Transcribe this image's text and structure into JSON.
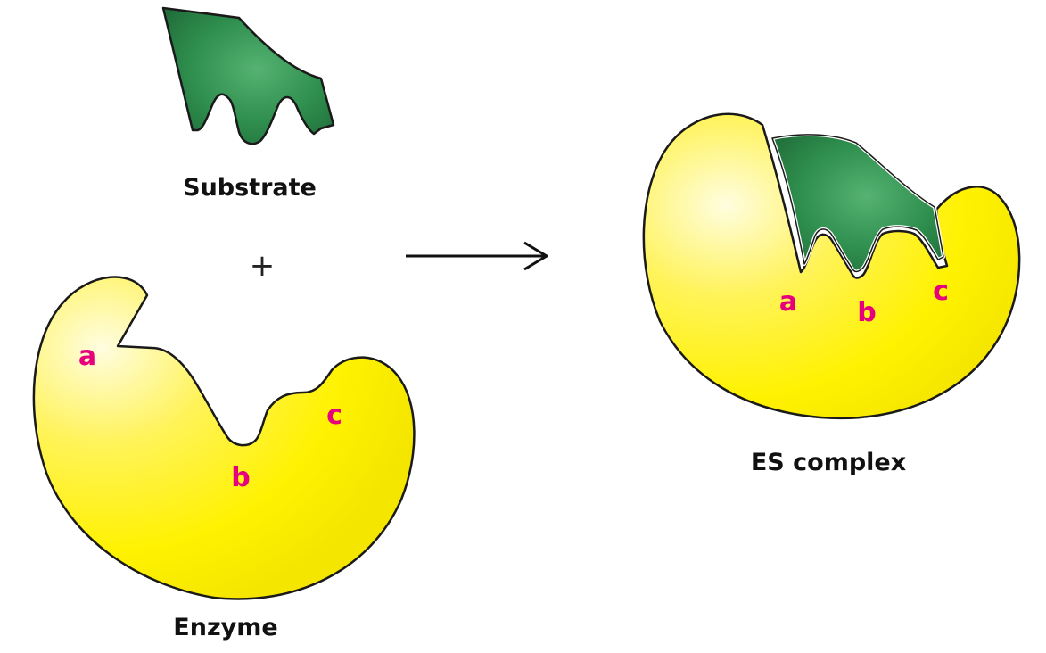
{
  "labels": {
    "substrate": "Substrate",
    "enzyme": "Enzyme",
    "complex": "ES complex",
    "plus": "+"
  },
  "binding_sites": {
    "enzyme": [
      "a",
      "b",
      "c"
    ],
    "complex": [
      "a",
      "b",
      "c"
    ]
  },
  "colors": {
    "enzyme_fill": "#fff200",
    "enzyme_highlight": "#fffde0",
    "substrate_fill": "#2f8f4e",
    "substrate_dark": "#1f6b38",
    "substrate_light": "#4fae6c",
    "outline": "#1a1a1a",
    "site_label": "#e6007e",
    "arrow": "#111111"
  }
}
